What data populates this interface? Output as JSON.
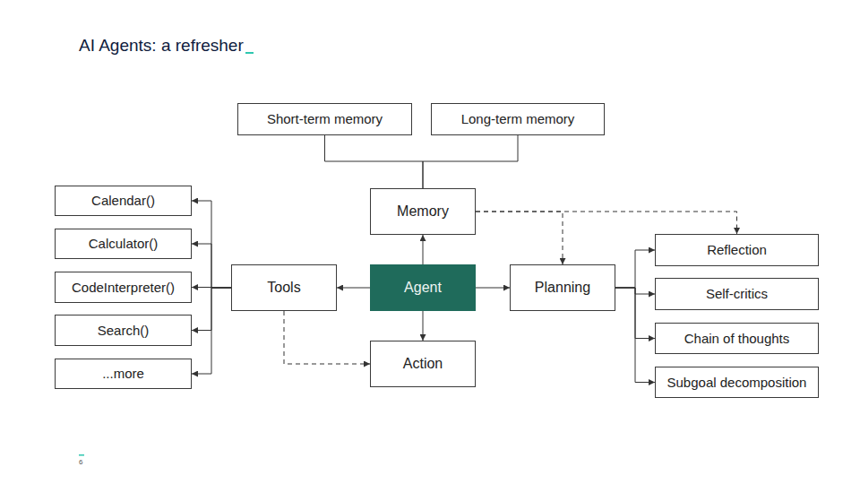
{
  "diagram": {
    "title": "AI Agents: a refresher",
    "nodes": [
      {
        "text": [
          "Short-term memory"
        ]
      },
      {
        "text": [
          "Long-term memory"
        ]
      },
      {
        "text": [
          "Calendar()"
        ]
      },
      {
        "text": [
          "Memory"
        ]
      },
      {
        "text": [
          "Reflection"
        ]
      },
      {
        "text": [
          "Calculator()"
        ]
      },
      {
        "text": [
          "CodeInterpreter()"
        ]
      },
      {
        "text": [
          "Tools"
        ]
      },
      {
        "text": [
          "Agent"
        ]
      },
      {
        "text": [
          "Planning"
        ]
      },
      {
        "text": [
          "Self-critics"
        ]
      },
      {
        "text": [
          "Search()"
        ]
      },
      {
        "text": [
          "Chain of thoughts"
        ]
      },
      {
        "text": [
          "Action"
        ]
      },
      {
        "text": [
          "...more"
        ]
      },
      {
        "text": [
          "Subgoal decomposition"
        ]
      }
    ],
    "edges": [
      {
        "from": 3,
        "to": 0,
        "arrow": "none"
      },
      {
        "from": 3,
        "to": 1,
        "arrow": "none"
      },
      {
        "from": 8,
        "to": 3,
        "arrow": "to"
      },
      {
        "from": 8,
        "to": 7,
        "arrow": "to"
      },
      {
        "from": 8,
        "to": 9,
        "arrow": "to"
      },
      {
        "from": 8,
        "to": 13,
        "arrow": "to"
      },
      {
        "from": 7,
        "to": 2,
        "arrow": "to"
      },
      {
        "from": 7,
        "to": 5,
        "arrow": "to"
      },
      {
        "from": 7,
        "to": 6,
        "arrow": "to"
      },
      {
        "from": 7,
        "to": 11,
        "arrow": "to"
      },
      {
        "from": 7,
        "to": 14,
        "arrow": "to"
      },
      {
        "from": 7,
        "to": 13,
        "arrow": "to"
      },
      {
        "from": 3,
        "to": 9,
        "arrow": "to"
      },
      {
        "from": 3,
        "to": 4,
        "arrow": "to"
      },
      {
        "from": 9,
        "to": 4,
        "arrow": "to"
      },
      {
        "from": 9,
        "to": 10,
        "arrow": "to"
      },
      {
        "from": 9,
        "to": 12,
        "arrow": "to"
      },
      {
        "from": 9,
        "to": 15,
        "arrow": "to"
      }
    ],
    "labels": [
      "6"
    ]
  }
}
